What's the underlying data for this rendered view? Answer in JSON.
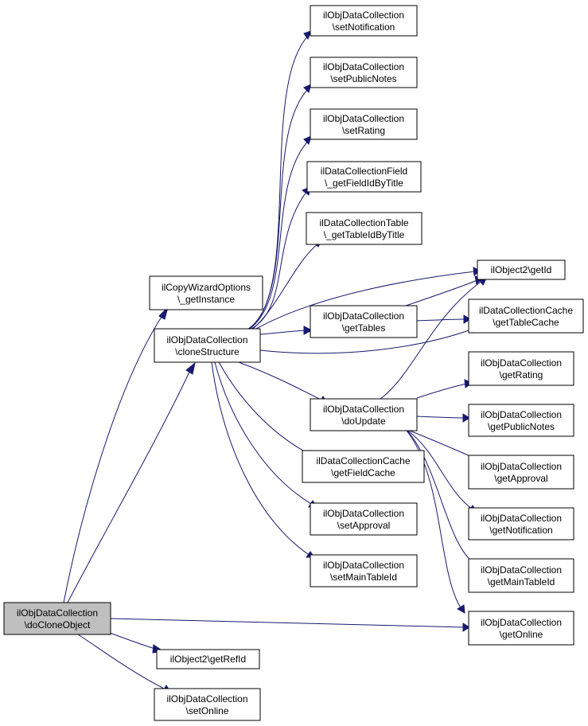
{
  "colors": {
    "edge": "#191970",
    "root_fill": "#bfbfbf",
    "node_fill": "#ffffff",
    "border": "#000000"
  },
  "nodes": {
    "n_doClone": {
      "line1": "ilObjDataCollection",
      "line2": "\\doCloneObject"
    },
    "n_copyWizard": {
      "line1": "ilCopyWizardOptions",
      "line2": "\\_getInstance"
    },
    "n_cloneStruct": {
      "line1": "ilObjDataCollection",
      "line2": "\\cloneStructure"
    },
    "n_getRefId": {
      "line1": "ilObject2\\getRefId",
      "line2": ""
    },
    "n_setOnline": {
      "line1": "ilObjDataCollection",
      "line2": "\\setOnline"
    },
    "n_setNotif": {
      "line1": "ilObjDataCollection",
      "line2": "\\setNotification"
    },
    "n_setPubNotes": {
      "line1": "ilObjDataCollection",
      "line2": "\\setPublicNotes"
    },
    "n_setRating": {
      "line1": "ilObjDataCollection",
      "line2": "\\setRating"
    },
    "n_fieldIdTitle": {
      "line1": "ilDataCollectionField",
      "line2": "\\_getFieldIdByTitle"
    },
    "n_tableIdTitle": {
      "line1": "ilDataCollectionTable",
      "line2": "\\_getTableIdByTitle"
    },
    "n_getTables": {
      "line1": "ilObjDataCollection",
      "line2": "\\getTables"
    },
    "n_doUpdate": {
      "line1": "ilObjDataCollection",
      "line2": "\\doUpdate"
    },
    "n_fieldCache": {
      "line1": "ilDataCollectionCache",
      "line2": "\\getFieldCache"
    },
    "n_setApproval": {
      "line1": "ilObjDataCollection",
      "line2": "\\setApproval"
    },
    "n_setMainTable": {
      "line1": "ilObjDataCollection",
      "line2": "\\setMainTableId"
    },
    "n_getId": {
      "line1": "ilObject2\\getId",
      "line2": ""
    },
    "n_tableCache": {
      "line1": "ilDataCollectionCache",
      "line2": "\\getTableCache"
    },
    "n_getRating": {
      "line1": "ilObjDataCollection",
      "line2": "\\getRating"
    },
    "n_getPubNotes": {
      "line1": "ilObjDataCollection",
      "line2": "\\getPublicNotes"
    },
    "n_getApproval": {
      "line1": "ilObjDataCollection",
      "line2": "\\getApproval"
    },
    "n_getNotif": {
      "line1": "ilObjDataCollection",
      "line2": "\\getNotification"
    },
    "n_getMainTable": {
      "line1": "ilObjDataCollection",
      "line2": "\\getMainTableId"
    },
    "n_getOnline": {
      "line1": "ilObjDataCollection",
      "line2": "\\getOnline"
    }
  },
  "edges": [
    {
      "from": "n_doClone",
      "to": "n_copyWizard"
    },
    {
      "from": "n_doClone",
      "to": "n_cloneStruct"
    },
    {
      "from": "n_doClone",
      "to": "n_getRefId"
    },
    {
      "from": "n_doClone",
      "to": "n_setOnline"
    },
    {
      "from": "n_doClone",
      "to": "n_getOnline"
    },
    {
      "from": "n_cloneStruct",
      "to": "n_setNotif"
    },
    {
      "from": "n_cloneStruct",
      "to": "n_setPubNotes"
    },
    {
      "from": "n_cloneStruct",
      "to": "n_setRating"
    },
    {
      "from": "n_cloneStruct",
      "to": "n_fieldIdTitle"
    },
    {
      "from": "n_cloneStruct",
      "to": "n_tableIdTitle"
    },
    {
      "from": "n_cloneStruct",
      "to": "n_getId"
    },
    {
      "from": "n_cloneStruct",
      "to": "n_getTables"
    },
    {
      "from": "n_cloneStruct",
      "to": "n_tableCache"
    },
    {
      "from": "n_cloneStruct",
      "to": "n_doUpdate"
    },
    {
      "from": "n_cloneStruct",
      "to": "n_fieldCache"
    },
    {
      "from": "n_cloneStruct",
      "to": "n_setApproval"
    },
    {
      "from": "n_cloneStruct",
      "to": "n_setMainTable"
    },
    {
      "from": "n_getTables",
      "to": "n_getId"
    },
    {
      "from": "n_getTables",
      "to": "n_tableCache"
    },
    {
      "from": "n_doUpdate",
      "to": "n_getId"
    },
    {
      "from": "n_doUpdate",
      "to": "n_getRating"
    },
    {
      "from": "n_doUpdate",
      "to": "n_getPubNotes"
    },
    {
      "from": "n_doUpdate",
      "to": "n_getApproval"
    },
    {
      "from": "n_doUpdate",
      "to": "n_getNotif"
    },
    {
      "from": "n_doUpdate",
      "to": "n_getMainTable"
    },
    {
      "from": "n_doUpdate",
      "to": "n_getOnline"
    }
  ]
}
